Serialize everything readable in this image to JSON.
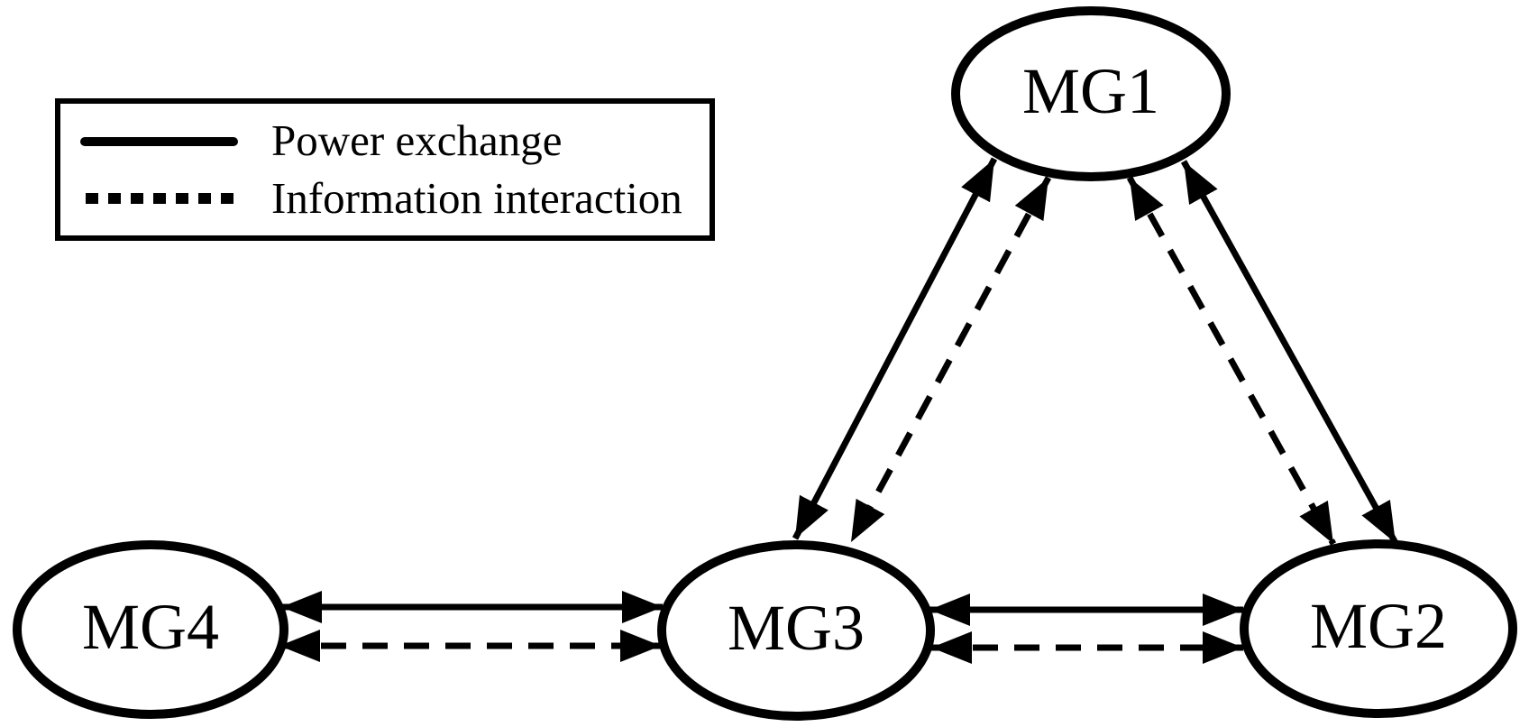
{
  "figure": {
    "type": "network-diagram",
    "background_color": "#ffffff",
    "line_color": "#000000",
    "legend": {
      "items": [
        {
          "line_style": "solid",
          "label": "Power exchange"
        },
        {
          "line_style": "dashed",
          "label": "Information interaction"
        }
      ]
    },
    "nodes": [
      {
        "id": "MG1",
        "label": "MG1"
      },
      {
        "id": "MG2",
        "label": "MG2"
      },
      {
        "id": "MG3",
        "label": "MG3"
      },
      {
        "id": "MG4",
        "label": "MG4"
      }
    ],
    "edges": [
      {
        "from": "MG1",
        "to": "MG3",
        "type": "power-exchange",
        "bidirectional": true
      },
      {
        "from": "MG1",
        "to": "MG3",
        "type": "information-interaction",
        "bidirectional": true
      },
      {
        "from": "MG1",
        "to": "MG2",
        "type": "power-exchange",
        "bidirectional": true
      },
      {
        "from": "MG1",
        "to": "MG2",
        "type": "information-interaction",
        "bidirectional": true
      },
      {
        "from": "MG3",
        "to": "MG2",
        "type": "power-exchange",
        "bidirectional": true
      },
      {
        "from": "MG3",
        "to": "MG2",
        "type": "information-interaction",
        "bidirectional": true
      },
      {
        "from": "MG4",
        "to": "MG3",
        "type": "power-exchange",
        "bidirectional": true
      },
      {
        "from": "MG4",
        "to": "MG3",
        "type": "information-interaction",
        "bidirectional": true
      }
    ]
  }
}
